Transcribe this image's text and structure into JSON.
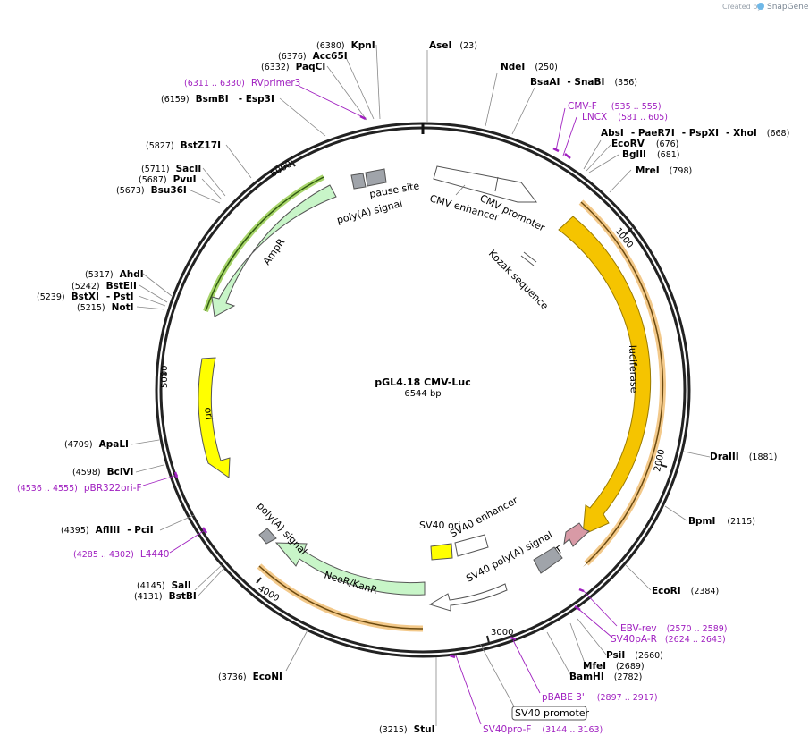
{
  "credit": {
    "created_by": "Created by",
    "brand": "SnapGene"
  },
  "plasmid": {
    "name": "pGL4.18 CMV-Luc",
    "length": "6544 bp"
  },
  "ticks": [
    "1000",
    "2000",
    "3000",
    "4000",
    "5000",
    "6000"
  ],
  "sites": [
    {
      "name": "AseI",
      "pos": "(23)"
    },
    {
      "name": "NdeI",
      "pos": "(250)"
    },
    {
      "name": "BsaAI",
      "name2": "SnaBI",
      "pos": "(356)"
    },
    {
      "name": "AbsI",
      "name2": "PaeR7I",
      "name3": "PspXI",
      "name4": "XhoI",
      "pos": "(668)"
    },
    {
      "name": "EcoRV",
      "pos": "(676)"
    },
    {
      "name": "BglII",
      "pos": "(681)"
    },
    {
      "name": "MreI",
      "pos": "(798)"
    },
    {
      "name": "DraIII",
      "pos": "(1881)"
    },
    {
      "name": "BpmI",
      "pos": "(2115)"
    },
    {
      "name": "EcoRI",
      "pos": "(2384)"
    },
    {
      "name": "PsiI",
      "pos": "(2660)"
    },
    {
      "name": "MfeI",
      "pos": "(2689)"
    },
    {
      "name": "BamHI",
      "pos": "(2782)"
    },
    {
      "name": "StuI",
      "pos": "(3215)"
    },
    {
      "name": "EcoNI",
      "pos": "(3736)"
    },
    {
      "name": "BstBI",
      "pos": "(4131)"
    },
    {
      "name": "SalI",
      "pos": "(4145)"
    },
    {
      "name": "AflIII",
      "name2": "PciI",
      "pos": "(4395)"
    },
    {
      "name": "BciVI",
      "pos": "(4598)"
    },
    {
      "name": "ApaLI",
      "pos": "(4709)"
    },
    {
      "name": "NotI",
      "pos": "(5215)"
    },
    {
      "name": "BstXI",
      "name2": "PstI",
      "pos": "(5239)"
    },
    {
      "name": "BstEII",
      "pos": "(5242)"
    },
    {
      "name": "AhdI",
      "pos": "(5317)"
    },
    {
      "name": "Bsu36I",
      "pos": "(5673)"
    },
    {
      "name": "PvuI",
      "pos": "(5687)"
    },
    {
      "name": "SacII",
      "pos": "(5711)"
    },
    {
      "name": "BstZ17I",
      "pos": "(5827)"
    },
    {
      "name": "BsmBI",
      "name2": "Esp3I",
      "pos": "(6159)"
    },
    {
      "name": "PaqCI",
      "pos": "(6332)"
    },
    {
      "name": "Acc65I",
      "pos": "(6376)"
    },
    {
      "name": "KpnI",
      "pos": "(6380)"
    }
  ],
  "primers": [
    {
      "name": "CMV-F",
      "pos": "(535 .. 555)"
    },
    {
      "name": "LNCX",
      "pos": "(581 .. 605)"
    },
    {
      "name": "EBV-rev",
      "pos": "(2570 .. 2589)"
    },
    {
      "name": "SV40pA-R",
      "pos": "(2624 .. 2643)"
    },
    {
      "name": "pBABE 3'",
      "pos": "(2897 .. 2917)"
    },
    {
      "name": "SV40pro-F",
      "pos": "(3144 .. 3163)"
    },
    {
      "name": "L4440",
      "pos": "(4285 .. 4302)"
    },
    {
      "name": "pBR322ori-F",
      "pos": "(4536 .. 4555)"
    },
    {
      "name": "RVprimer3",
      "pos": "(6311 .. 6330)"
    }
  ],
  "features": {
    "cmv_enhancer": "CMV enhancer",
    "cmv_promoter": "CMV promoter",
    "kozak": "Kozak sequence",
    "luciferase": "luciferase",
    "hpest": "hPEST",
    "sv40_polya": "SV40 poly(A) signal",
    "sv40_ori": "SV40 ori",
    "sv40_enhancer": "SV40 enhancer",
    "sv40_promoter": "SV40 promoter",
    "neor": "NeoR/KanR",
    "polya_left": "poly(A) signal",
    "ori": "ori",
    "ampr": "AmpR",
    "polya_top": "poly(A) signal",
    "pause_site": "pause site"
  },
  "colors": {
    "backbone": "#222222",
    "luciferase": "#f5c400",
    "orf_outline": "#e8a030",
    "ori": "#ffff00",
    "resistance": "#c8f5c8",
    "hpest": "#d89aa6",
    "terminator": "#a0a4aa",
    "primer": "#a020c0"
  }
}
